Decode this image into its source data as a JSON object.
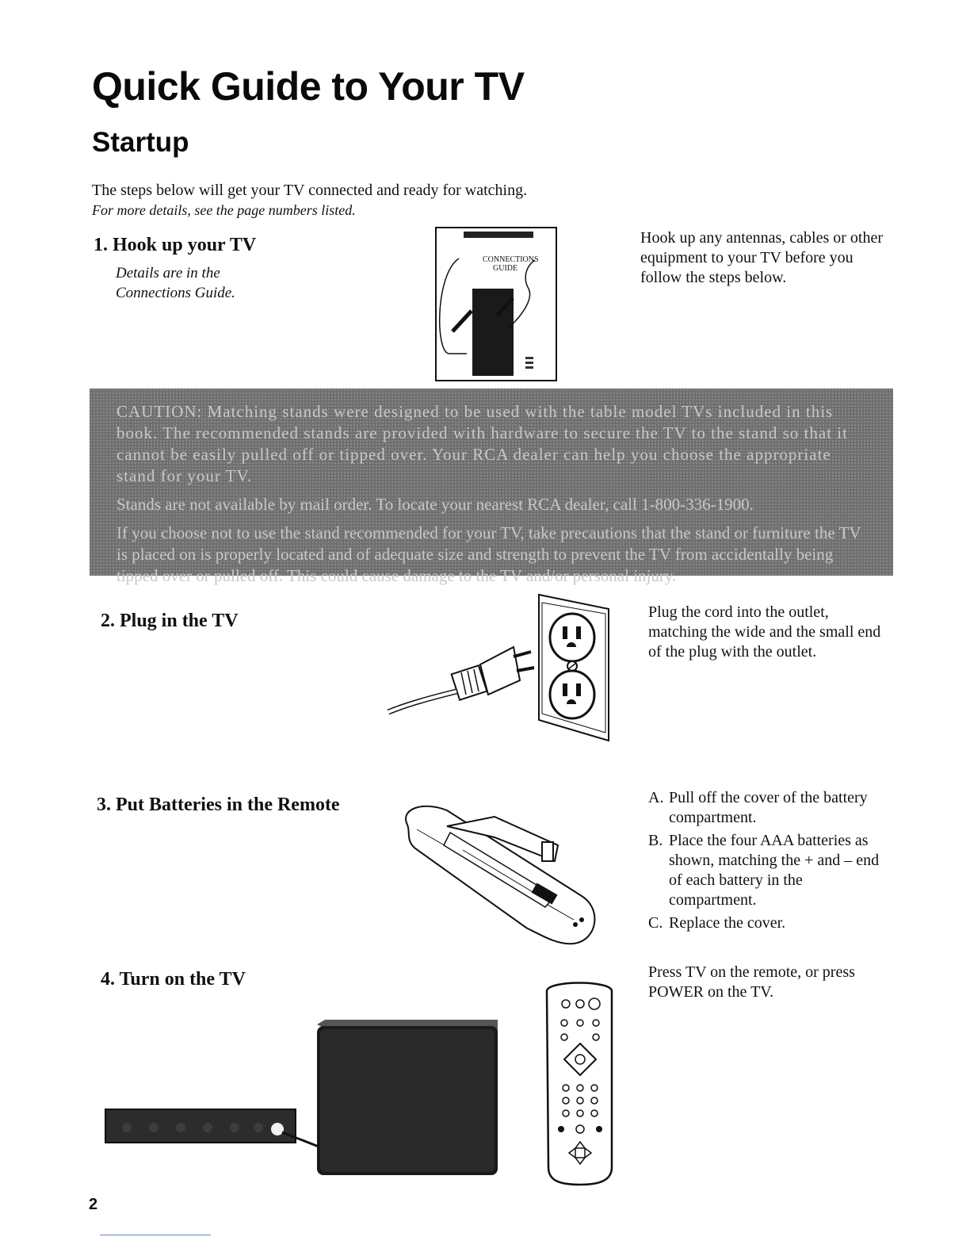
{
  "page": {
    "title": "Quick Guide to Your TV",
    "section": "Startup",
    "intro_line": "The steps below will get your TV connected and ready for watching.",
    "intro_note": "For more details, see the page numbers listed.",
    "page_number": "2"
  },
  "step1": {
    "title": "1. Hook up your TV",
    "detail_line1": "Details are in the",
    "detail_line2": "Connections Guide.",
    "booklet_label_top": "CONNECTIONS",
    "booklet_label_bottom": "GUIDE",
    "instructions": "Hook up any antennas, cables or other equipment to your TV before you follow the steps below."
  },
  "caution": {
    "paragraph1": "CAUTION: Matching stands were designed to be used with the table model TVs included in this book. The recommended stands are provided with hardware to secure the TV to the stand so that it cannot be easily pulled off or tipped over. Your RCA dealer can help you choose the appropriate stand for your TV.",
    "paragraph2": "Stands are not available by mail order. To locate your nearest RCA dealer, call 1-800-336-1900.",
    "paragraph3": "If you choose not to use the stand recommended for your TV, take precautions that the stand or furniture the TV is placed on is properly located and of adequate size and strength to prevent the TV from accidentally being tipped over or pulled off. This could cause damage to the TV and/or personal injury."
  },
  "step2": {
    "title": "2. Plug in the TV",
    "instructions": "Plug the cord into the outlet, matching the wide and the small end of the plug with the outlet."
  },
  "step3": {
    "title": "3. Put Batteries in the Remote",
    "items": [
      {
        "letter": "A.",
        "text": "Pull off the cover of the battery compartment."
      },
      {
        "letter": "B.",
        "text": "Place the four AAA batteries as shown, matching the + and – end of each battery in the compartment."
      },
      {
        "letter": "C.",
        "text": "Replace the cover."
      }
    ]
  },
  "step4": {
    "title": "4. Turn on the TV",
    "instructions": "Press TV on the remote, or press POWER on the TV."
  },
  "colors": {
    "caution_bg": "#6f6f6f",
    "caution_text": "#c8c8c8",
    "text": "#111111"
  }
}
